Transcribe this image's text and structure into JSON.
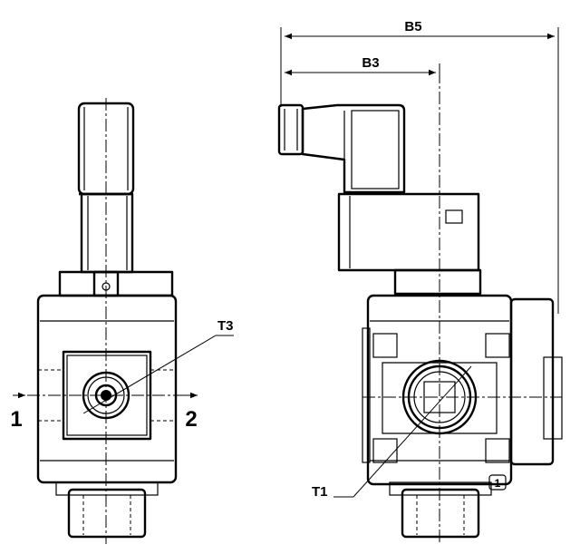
{
  "labels": {
    "port_in": "1",
    "port_out": "2",
    "t3": "T3",
    "t1": "T1",
    "b3": "B3",
    "b5": "B5",
    "badge": "1"
  },
  "colors": {
    "line": "#000000",
    "background": "#ffffff"
  }
}
